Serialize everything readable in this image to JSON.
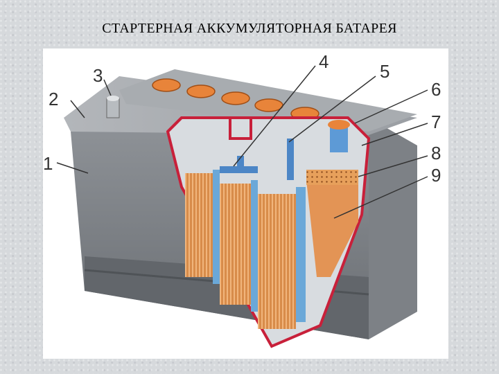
{
  "title": "СТАРТЕРНАЯ АККУМУЛЯТОРНАЯ БАТАРЕЯ",
  "callouts": [
    "1",
    "2",
    "3",
    "4",
    "5",
    "6",
    "7",
    "8",
    "9"
  ],
  "colors": {
    "case": "#8c9095",
    "case_dark": "#5d6166",
    "cut_edge": "#c8203a",
    "plug": "#e8843a",
    "plate": "#e0a063",
    "separator": "#6ba8d8"
  }
}
